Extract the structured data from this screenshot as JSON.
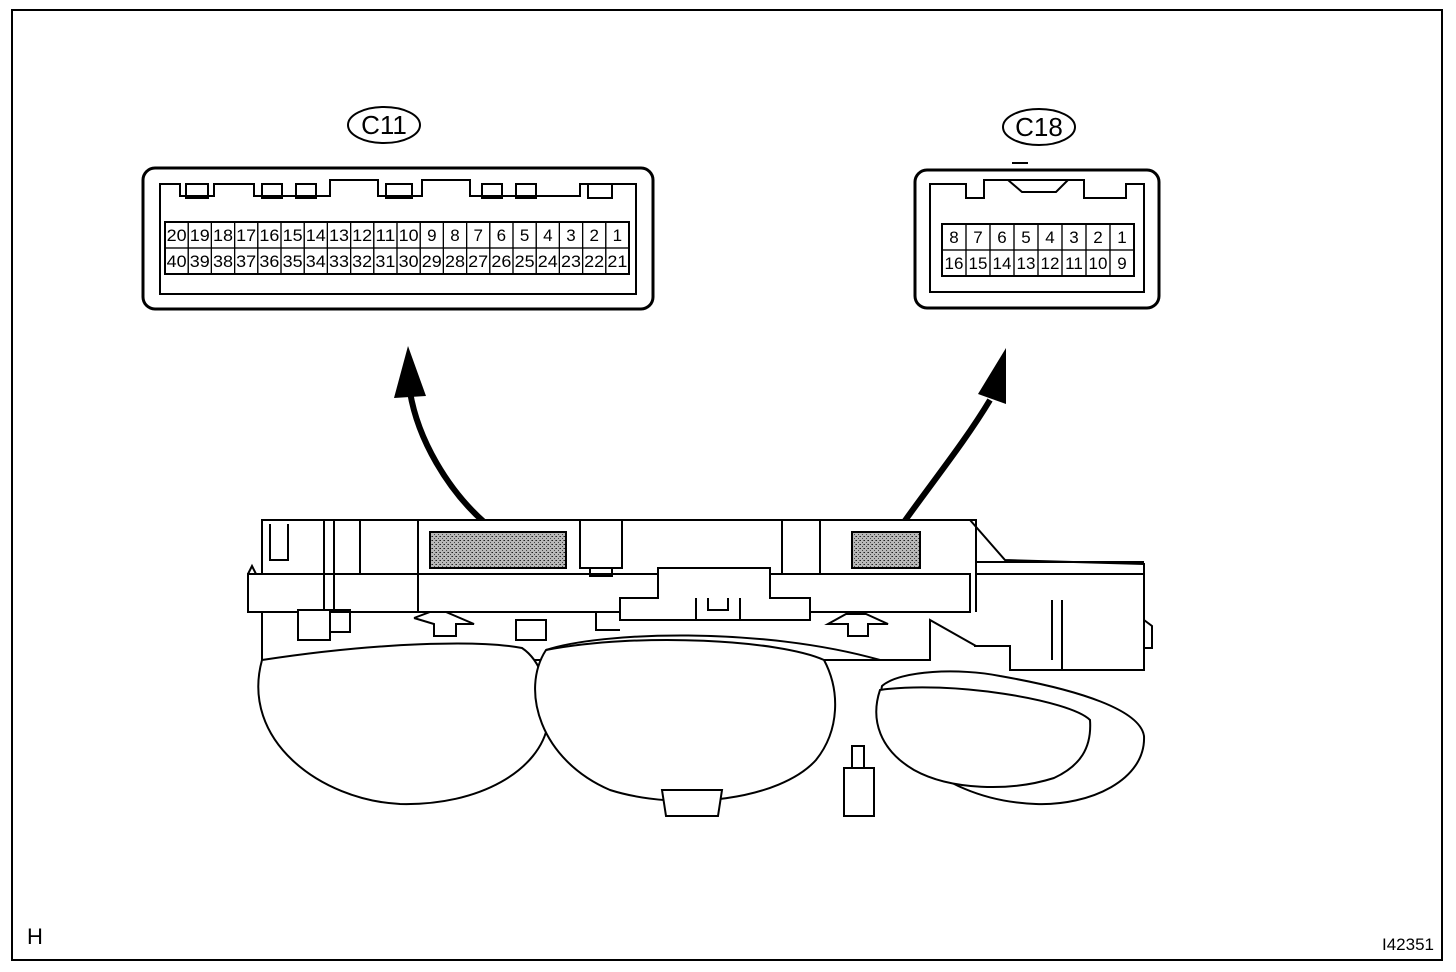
{
  "connectors": [
    {
      "id": "C11",
      "label": "C11",
      "rows": [
        [
          "20",
          "19",
          "18",
          "17",
          "16",
          "15",
          "14",
          "13",
          "12",
          "11",
          "10",
          "9",
          "8",
          "7",
          "6",
          "5",
          "4",
          "3",
          "2",
          "1"
        ],
        [
          "40",
          "39",
          "38",
          "37",
          "36",
          "35",
          "34",
          "33",
          "32",
          "31",
          "30",
          "29",
          "28",
          "27",
          "26",
          "25",
          "24",
          "23",
          "22",
          "21"
        ]
      ]
    },
    {
      "id": "C18",
      "label": "C18",
      "rows": [
        [
          "8",
          "7",
          "6",
          "5",
          "4",
          "3",
          "2",
          "1"
        ],
        [
          "16",
          "15",
          "14",
          "13",
          "12",
          "11",
          "10",
          "9"
        ]
      ]
    }
  ],
  "corner_letter": "H",
  "figure_id": "I42351",
  "colors": {
    "line": "#000000",
    "background": "#ffffff",
    "shade": "#9a9a9a"
  }
}
